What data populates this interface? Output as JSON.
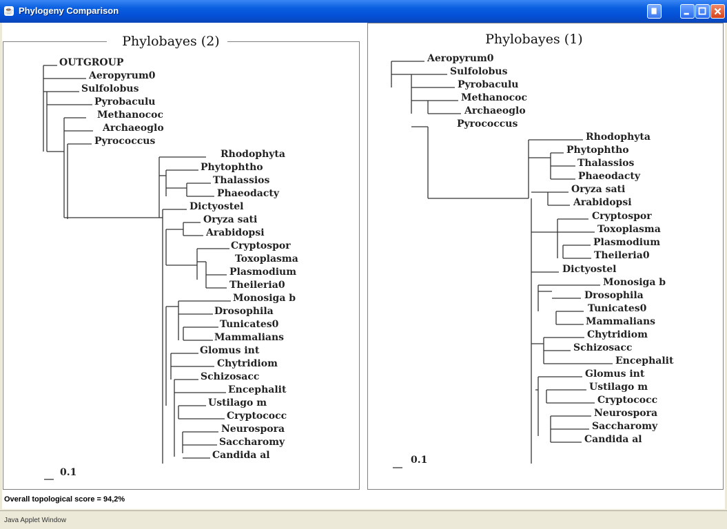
{
  "window": {
    "title": "Phylogeny Comparison",
    "status": "Java Applet Window"
  },
  "icons": [
    "app-icon",
    "system-menu-icon",
    "minimize-icon",
    "maximize-icon",
    "close-icon"
  ],
  "colors": {
    "titlebar": "#0a5fe0",
    "panel_border": "#7f7f7f",
    "branch": "#333333"
  },
  "left_panel": {
    "title": "Phylobayes (2)",
    "scale_label": "0.1",
    "leaves": [
      "OUTGROUP",
      "Aeropyrum0",
      "Sulfolobus",
      "Pyrobaculu",
      "Methanococ",
      "Archaeoglo",
      "Pyrococcus",
      "Rhodophyta",
      "Phytophtho",
      "Thalassios",
      "Phaeodacty",
      "Dictyostel",
      "Oryza sati",
      "Arabidopsi",
      "Cryptospor",
      "Toxoplasma",
      "Plasmodium",
      "Theileria0",
      "Monosiga b",
      "Drosophila",
      "Tunicates0",
      "Mammalians",
      "Glomus int",
      "Chytridiom",
      "Schizosacc",
      "Encephalit",
      "Ustilago m",
      "Cryptococc",
      "Neurospora",
      "Saccharomy",
      "Candida al"
    ]
  },
  "right_panel": {
    "title": "Phylobayes (1)",
    "scale_label": "0.1",
    "leaves": [
      "Aeropyrum0",
      "Sulfolobus",
      "Pyrobaculu",
      "Methanococ",
      "Archaeoglo",
      "Pyrococcus",
      "Rhodophyta",
      "Phytophtho",
      "Thalassios",
      "Phaeodacty",
      "Oryza sati",
      "Arabidopsi",
      "Cryptospor",
      "Toxoplasma",
      "Plasmodium",
      "Theileria0",
      "Dictyostel",
      "Monosiga b",
      "Drosophila",
      "Tunicates0",
      "Mammalians",
      "Chytridiom",
      "Schizosacc",
      "Encephalit",
      "Glomus int",
      "Ustilago m",
      "Cryptococc",
      "Neurospora",
      "Saccharomy",
      "Candida al"
    ]
  },
  "score": "Overall topological score = 94,2%"
}
